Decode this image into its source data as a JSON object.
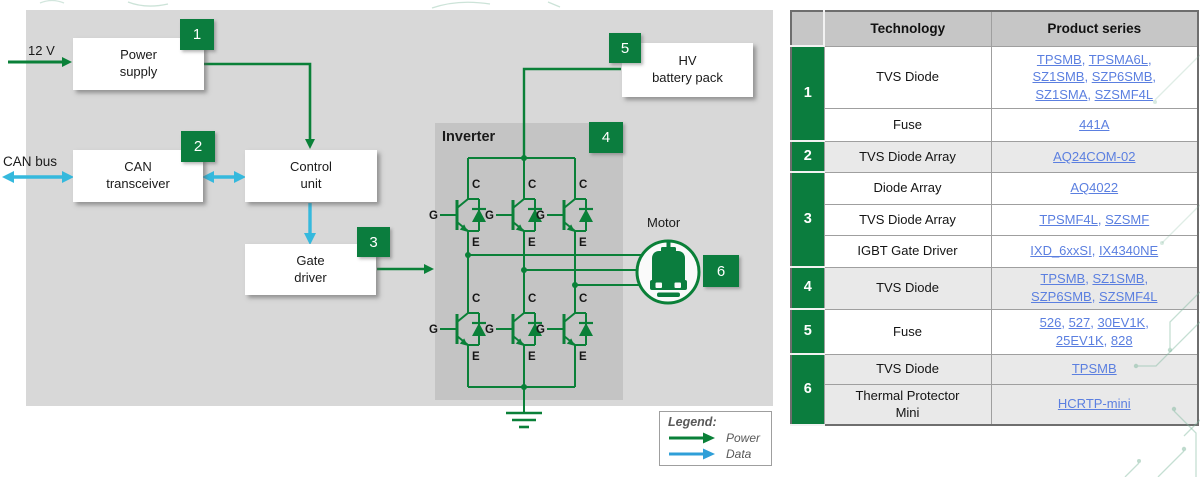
{
  "diagram": {
    "labels": {
      "supply_voltage": "12 V",
      "can_bus": "CAN bus",
      "inverter": "Inverter",
      "motor": "Motor"
    },
    "boxes": {
      "power_supply": {
        "line1": "Power",
        "line2": "supply",
        "badge": "1"
      },
      "can_transceiver": {
        "line1": "CAN",
        "line2": "transceiver",
        "badge": "2"
      },
      "control_unit": {
        "line1": "Control",
        "line2": "unit"
      },
      "gate_driver": {
        "line1": "Gate",
        "line2": "driver",
        "badge": "3"
      },
      "hv_battery_pack": {
        "line1": "HV",
        "line2": "battery pack",
        "badge": "5"
      }
    },
    "badges": {
      "inverter": "4",
      "motor": "6"
    },
    "igbt_labels": {
      "collector": "C",
      "gate": "G",
      "emitter": "E"
    },
    "legend": {
      "title": "Legend:",
      "power_label": "Power",
      "data_label": "Data"
    },
    "colors": {
      "power_green": "#0a8038",
      "data_cyan": "#35b9dd",
      "badge_green": "#0b7d3e",
      "link_blue": "#5b7fe0"
    }
  },
  "table": {
    "headers": {
      "technology": "Technology",
      "product_series": "Product series"
    },
    "groups": [
      {
        "num": "1",
        "shaded": false,
        "rows": [
          {
            "technology": [
              "TVS Diode"
            ],
            "products": [
              [
                "TPSMB",
                "TPSMA6L"
              ],
              [
                "SZ1SMB",
                "SZP6SMB"
              ],
              [
                "SZ1SMA",
                "SZSMF4L"
              ]
            ]
          },
          {
            "technology": [
              "Fuse"
            ],
            "products": [
              [
                "441A"
              ]
            ]
          }
        ]
      },
      {
        "num": "2",
        "shaded": true,
        "rows": [
          {
            "technology": [
              "TVS Diode Array"
            ],
            "products": [
              [
                "AQ24COM-02"
              ]
            ]
          }
        ]
      },
      {
        "num": "3",
        "shaded": false,
        "rows": [
          {
            "technology": [
              "Diode Array"
            ],
            "products": [
              [
                "AQ4022"
              ]
            ]
          },
          {
            "technology": [
              "TVS Diode Array"
            ],
            "products": [
              [
                "TPSMF4L",
                "SZSMF"
              ]
            ]
          },
          {
            "technology": [
              "IGBT Gate Driver"
            ],
            "products": [
              [
                "IXD_6xxSI",
                "IX4340NE"
              ]
            ]
          }
        ]
      },
      {
        "num": "4",
        "shaded": true,
        "rows": [
          {
            "technology": [
              "TVS Diode"
            ],
            "products": [
              [
                "TPSMB",
                "SZ1SMB"
              ],
              [
                "SZP6SMB",
                "SZSMF4L"
              ]
            ]
          }
        ]
      },
      {
        "num": "5",
        "shaded": false,
        "rows": [
          {
            "technology": [
              "Fuse"
            ],
            "products": [
              [
                "526",
                "527",
                "30EV1K"
              ],
              [
                "25EV1K",
                "828"
              ]
            ]
          }
        ]
      },
      {
        "num": "6",
        "shaded": true,
        "rows": [
          {
            "technology": [
              "TVS Diode"
            ],
            "products": [
              [
                "TPSMB"
              ]
            ]
          },
          {
            "technology": [
              "Thermal Protector",
              "Mini"
            ],
            "products": [
              [
                "HCRTP-mini"
              ]
            ]
          }
        ]
      }
    ]
  }
}
